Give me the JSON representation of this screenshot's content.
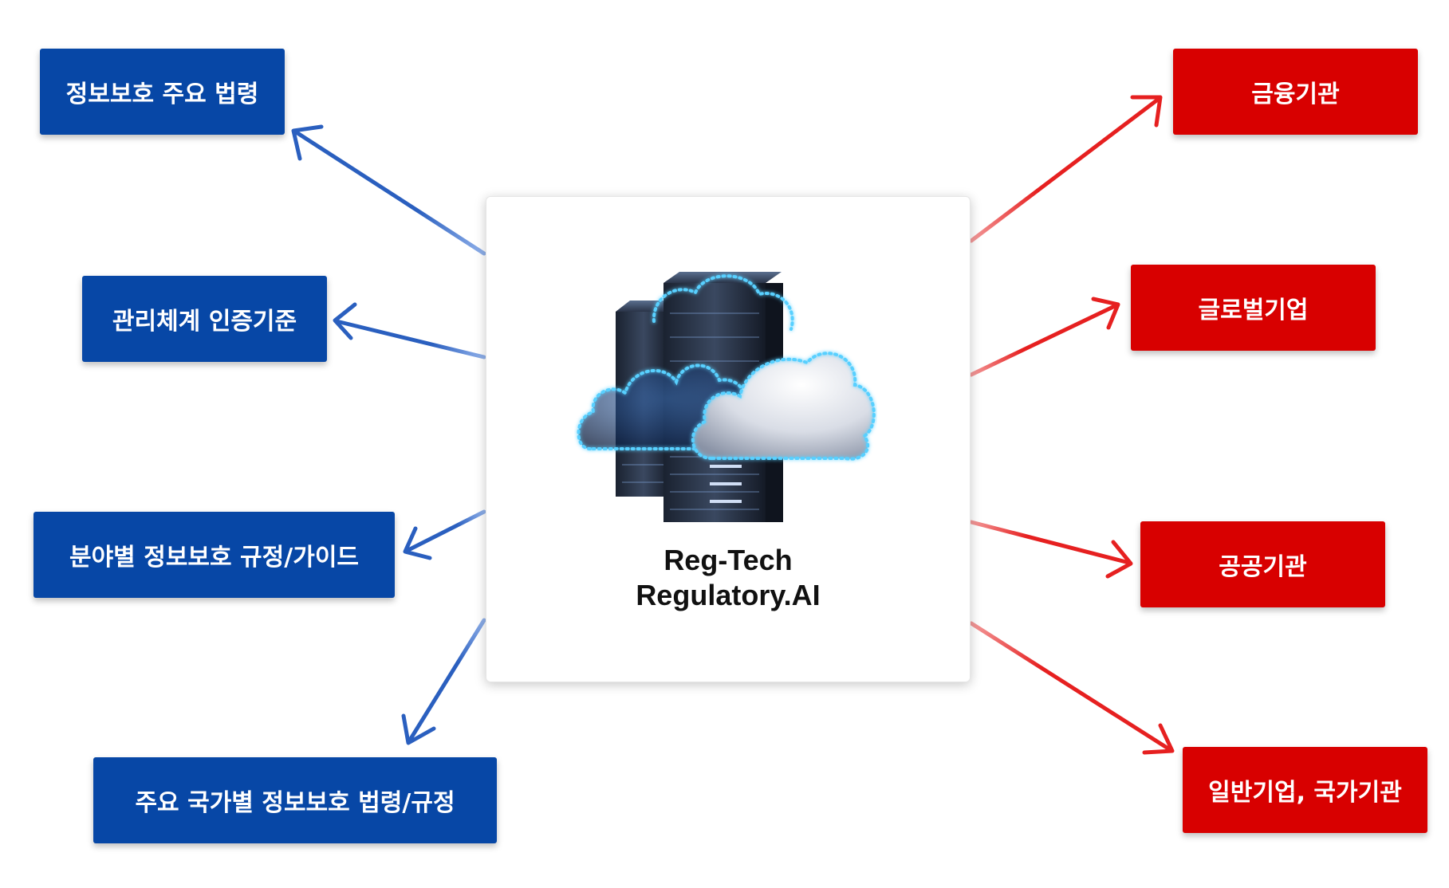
{
  "colors": {
    "blue": "#0747a6",
    "red": "#d80000",
    "blue_arrow": "#2a5fbf",
    "red_arrow": "#e62020"
  },
  "center": {
    "title_line1": "Reg-Tech",
    "title_line2": "Regulatory.AI",
    "image_icon": "cloud-server-icon"
  },
  "left_boxes": [
    {
      "label": "정보보호 주요 법령"
    },
    {
      "label": "관리체계 인증기준"
    },
    {
      "label": "분야별 정보보호 규정/가이드"
    },
    {
      "label": "주요 국가별 정보보호 법령/규정"
    }
  ],
  "right_boxes": [
    {
      "label": "금융기관"
    },
    {
      "label": "글로벌기업"
    },
    {
      "label": "공공기관"
    },
    {
      "label": "일반기업, 국가기관"
    }
  ]
}
